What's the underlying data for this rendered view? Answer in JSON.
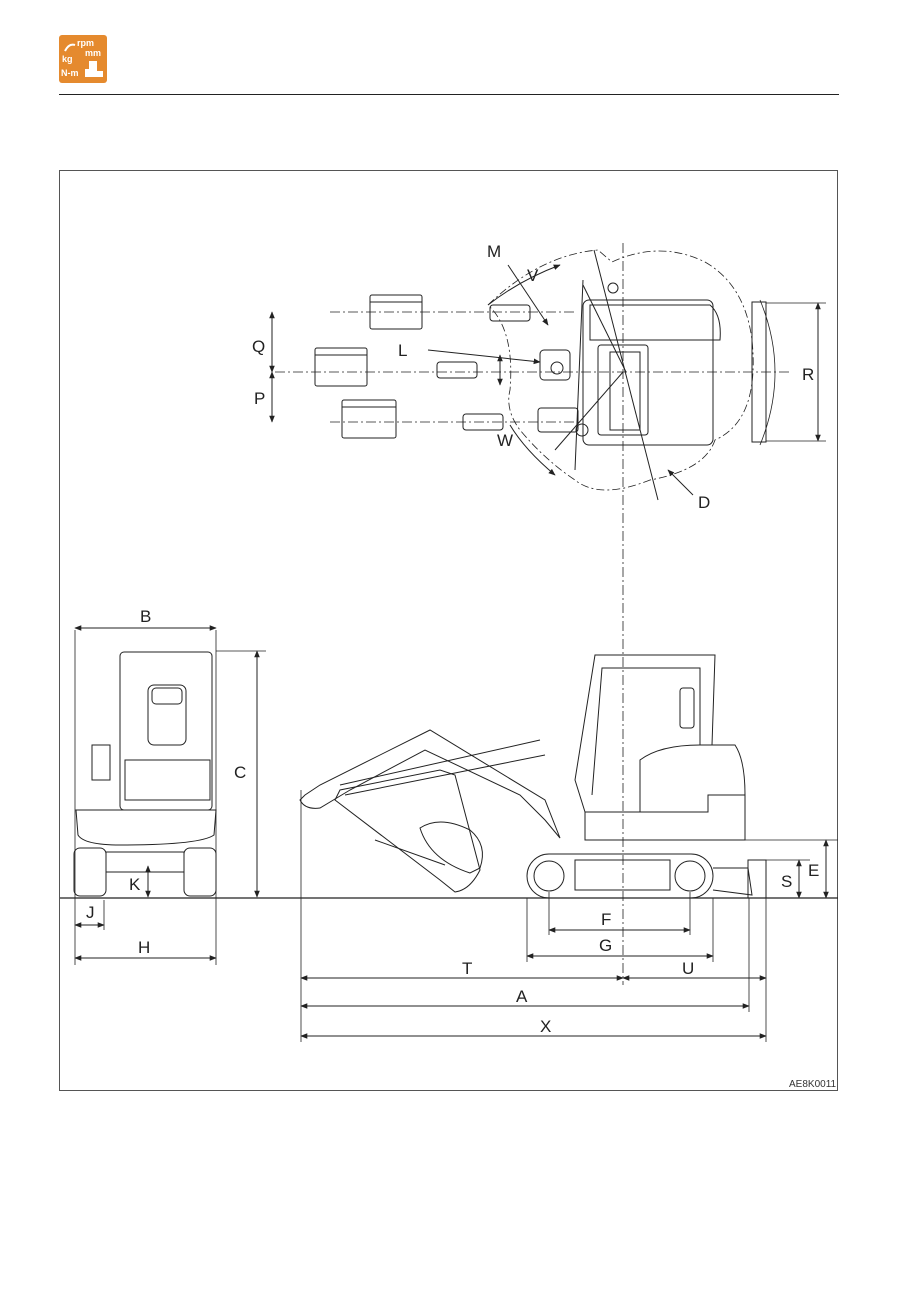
{
  "header": {
    "logo_units": [
      "rpm",
      "mm",
      "kg",
      "N-m"
    ],
    "logo_color": "#e58a2e"
  },
  "figure": {
    "id": "AE8K0011",
    "dimension_labels": {
      "A": "A",
      "B": "B",
      "C": "C",
      "D": "D",
      "E": "E",
      "F": "F",
      "G": "G",
      "H": "H",
      "J": "J",
      "K": "K",
      "L": "L",
      "M": "M",
      "P": "P",
      "Q": "Q",
      "R": "R",
      "S": "S",
      "T": "T",
      "U": "U",
      "V": "V",
      "W": "W",
      "X": "X"
    }
  }
}
